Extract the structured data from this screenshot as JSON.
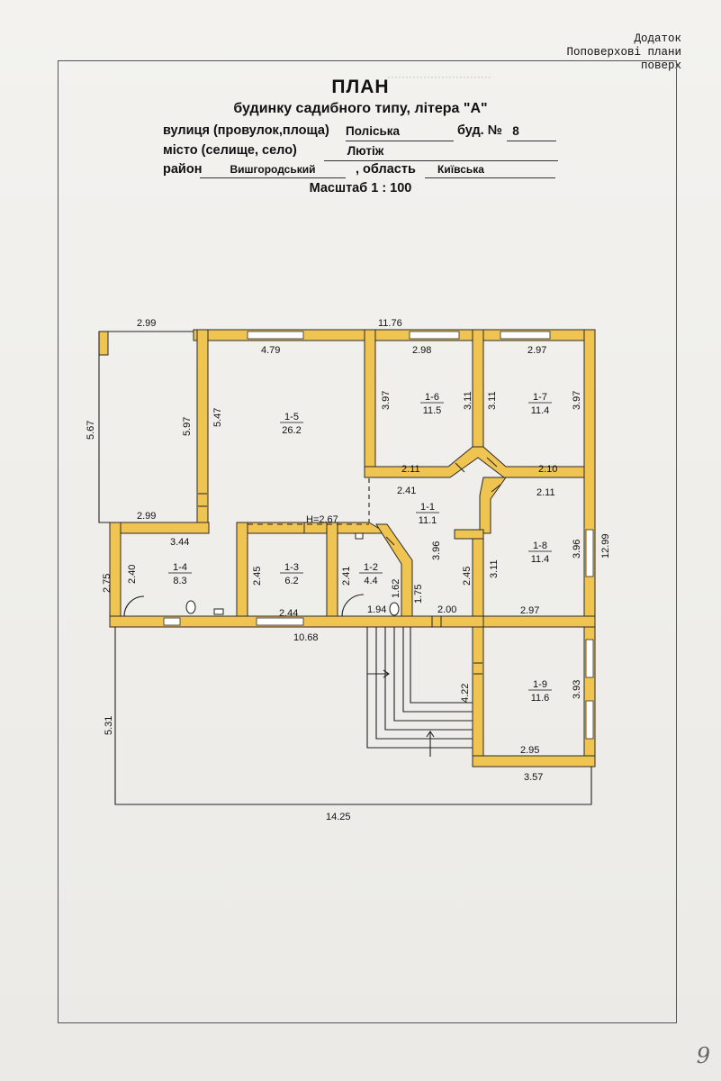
{
  "corner": {
    "line1": "Додаток",
    "line2": "Поповерхові плани",
    "line3": "поверх"
  },
  "header": {
    "title": "ПЛАН",
    "subtitle": "будинку садибного типу, літера \"А\"",
    "street_label": "вулиця (провулок,площа)",
    "street_value": "Поліська",
    "building_label": "буд. №",
    "building_value": "8",
    "city_label": "місто (селище, село)",
    "city_value": "Лютіж",
    "district_label": "район",
    "district_value": "Вишгородський",
    "region_label": ", область",
    "region_value": "Київська",
    "scale": "Масштаб 1 : 100"
  },
  "rooms": [
    {
      "id": "1-1",
      "area": "11.1"
    },
    {
      "id": "1-2",
      "area": "4.4"
    },
    {
      "id": "1-3",
      "area": "6.2"
    },
    {
      "id": "1-4",
      "area": "8.3"
    },
    {
      "id": "1-5",
      "area": "26.2"
    },
    {
      "id": "1-6",
      "area": "11.5"
    },
    {
      "id": "1-7",
      "area": "11.4"
    },
    {
      "id": "1-8",
      "area": "11.4"
    },
    {
      "id": "1-9",
      "area": "11.6"
    }
  ],
  "dimensions": {
    "overall_top": "11.76",
    "overall_right": "12.99",
    "overall_bottom": "14.25",
    "terrace_top": "2.99",
    "terrace_left": "5.67",
    "terrace_right": "5.97",
    "terrace_bottom": "2.99",
    "r15_top": "4.79",
    "r15_left": "5.47",
    "r16_top": "2.98",
    "r16_left": "3.97",
    "r16_right": "3.11",
    "r16_bottom": "2.11",
    "r17_top": "2.97",
    "r17_left": "3.11",
    "r17_right": "3.97",
    "r17_bottom": "2.10",
    "hall_top": "2.41",
    "hall_right_top": "2.11",
    "hall_height": "H=2.67",
    "hall_depth": "3.96",
    "hall_side": "2.45",
    "hall_bottom": "2.00",
    "r14_top": "3.44",
    "r14_left": "2.40",
    "r14_outer": "2.75",
    "r13_left": "2.45",
    "r13_bottom": "2.44",
    "r12_left": "2.41",
    "r12_right": "1.62",
    "r12_side": "1.75",
    "r12_bottom": "1.94",
    "r18_left": "3.11",
    "r18_right": "3.96",
    "r18_bottom": "2.97",
    "veranda_top": "10.68",
    "veranda_left": "5.31",
    "r19_left": "4.22",
    "r19_right": "3.93",
    "r19_inner_bottom": "2.95",
    "r19_outer_bottom": "3.57"
  },
  "colors": {
    "wall": "#f0c451",
    "wall_edge": "#2a2a2a",
    "paper": "#f2f1ee"
  },
  "page_number": "9"
}
